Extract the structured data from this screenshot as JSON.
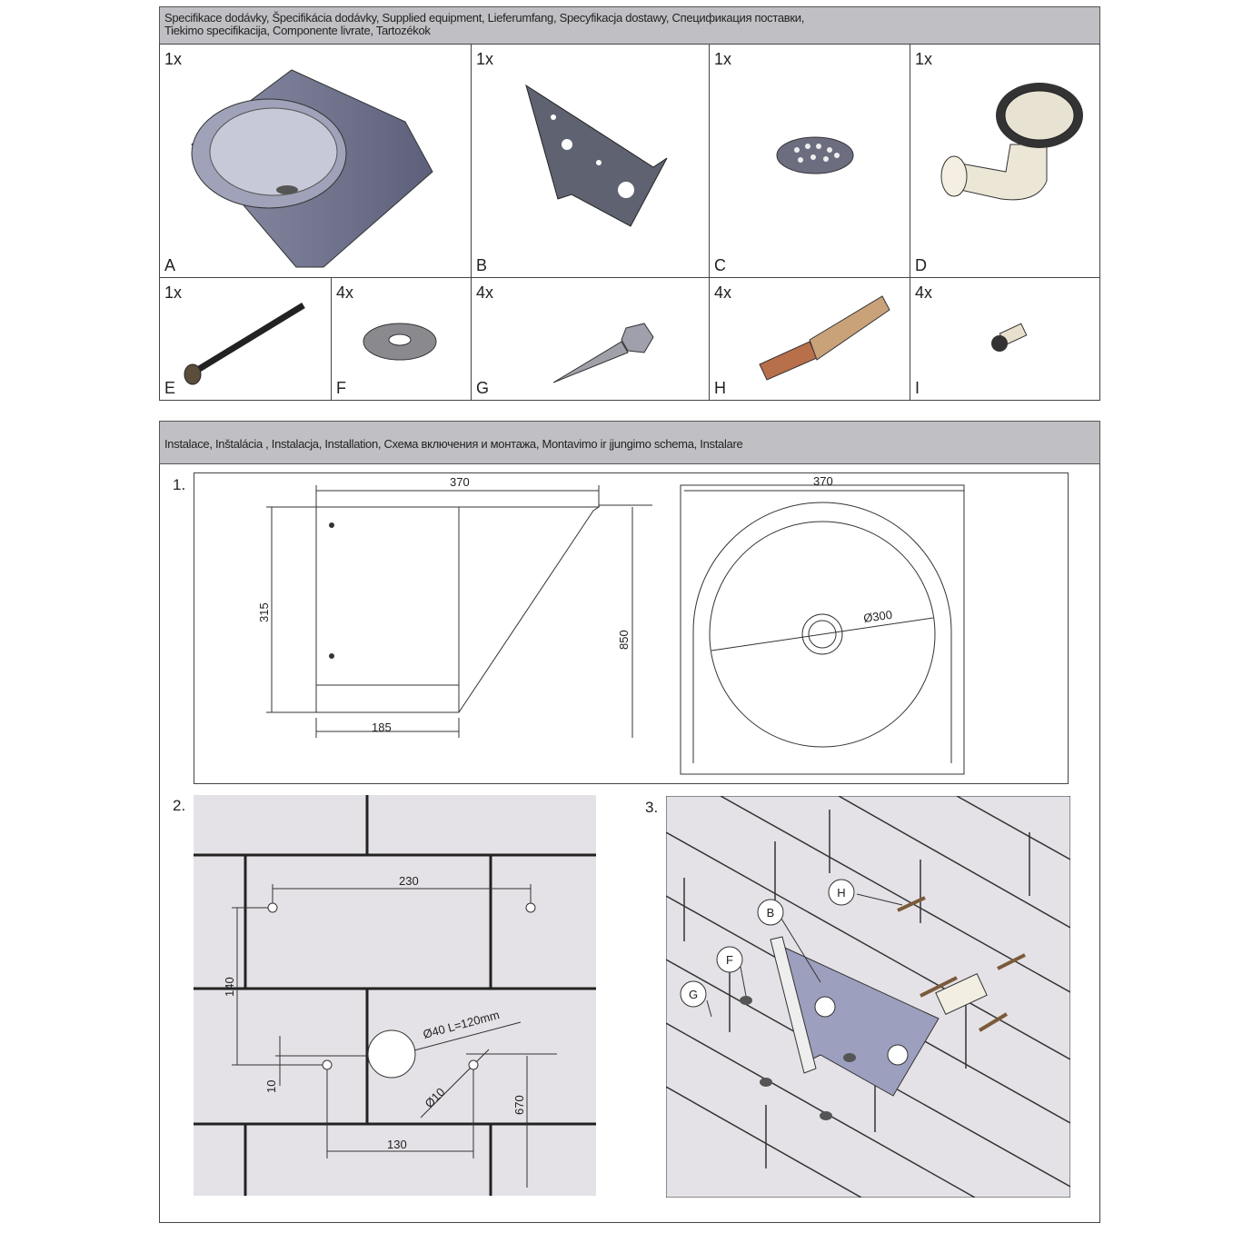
{
  "supplied": {
    "title": "Specifikace dodávky, Špecifikácia dodávky, Supplied equipment, Lieferumfang, Specyfikacja dostawy, Спецификация поставки,",
    "title2": "Tiekimo specifikacija, Componente livrate, Tartozékok",
    "items": [
      {
        "qty": "1x",
        "letter": "A",
        "icon": "washbasin-icon"
      },
      {
        "qty": "1x",
        "letter": "B",
        "icon": "mounting-bracket-icon"
      },
      {
        "qty": "1x",
        "letter": "C",
        "icon": "drain-strainer-icon"
      },
      {
        "qty": "1x",
        "letter": "D",
        "icon": "siphon-trap-icon"
      },
      {
        "qty": "1x",
        "letter": "E",
        "icon": "bolt-icon"
      },
      {
        "qty": "4x",
        "letter": "F",
        "icon": "washer-icon"
      },
      {
        "qty": "4x",
        "letter": "G",
        "icon": "screw-icon"
      },
      {
        "qty": "4x",
        "letter": "H",
        "icon": "wall-plug-icon"
      },
      {
        "qty": "4x",
        "letter": "I",
        "icon": "small-screw-icon"
      }
    ]
  },
  "installation": {
    "title": "Instalace, Inštalácia , Instalacja, Installation, Схема включения и монтажа, Montavimo ir įjungimo schema, Instalare",
    "steps": [
      "1.",
      "2.",
      "3."
    ],
    "drawing1": {
      "width_top": "370",
      "height": "315",
      "total_height": "850",
      "depth": "185",
      "width_plan": "370",
      "bowl_diameter": "Ø300"
    },
    "drawing2": {
      "hole_spacing_top": "230",
      "vertical": "140",
      "offset": "10",
      "hole_spacing_bottom": "130",
      "height_floor": "670",
      "pipe": "Ø40 L=120mm",
      "hole_diameter": "Ø10"
    },
    "drawing3": {
      "labels": [
        "H",
        "B",
        "F",
        "G"
      ]
    }
  }
}
